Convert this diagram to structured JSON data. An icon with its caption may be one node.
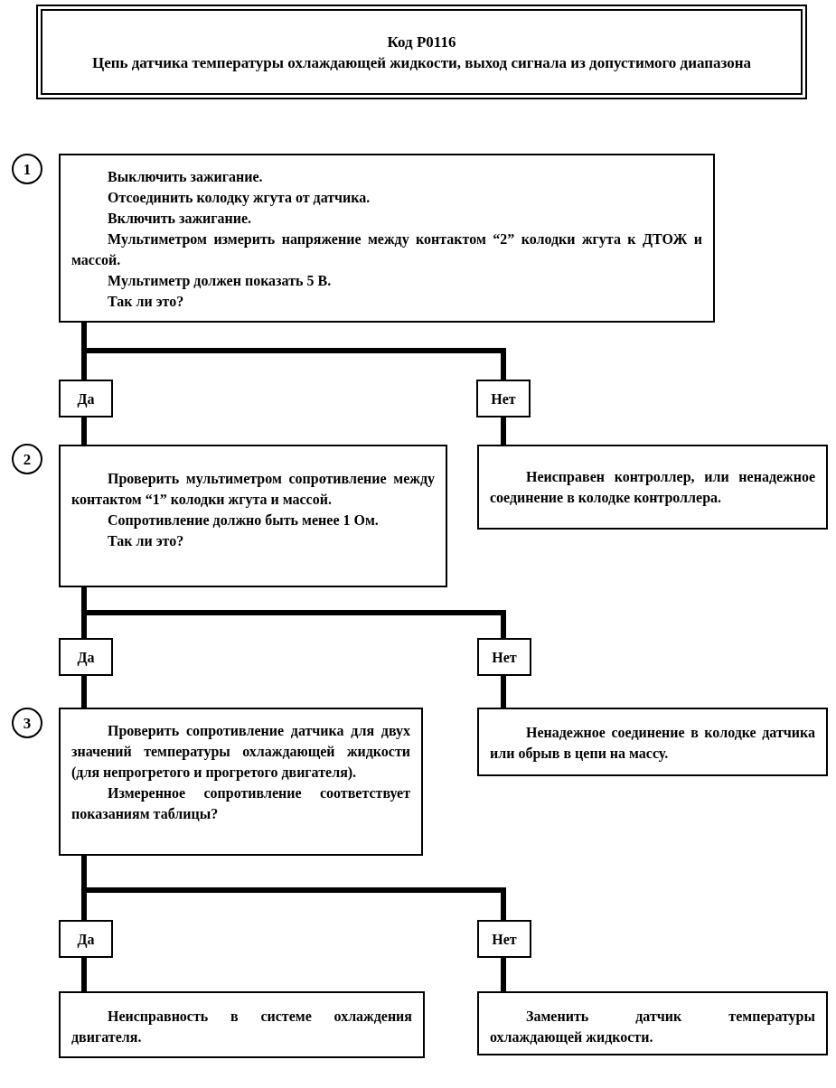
{
  "diagram": {
    "nodes": [
      {
        "text": [
          "Код P0116",
          "Цепь датчика температуры охлаждающей жидкости, выход сигнала из допустимого диапазона"
        ]
      },
      {
        "text": [
          "1"
        ]
      },
      {
        "text": [
          "Выключить зажигание.",
          "Отсоединить колодку жгута от датчика.",
          "Включить зажигание.",
          "Мультиметром измерить напряжение между контактом “2” колодки жгута к ДТОЖ и массой.",
          "Мультиметр должен показать 5 В.",
          "Так ли это?"
        ]
      },
      {
        "text": [
          "Да"
        ]
      },
      {
        "text": [
          "Нет"
        ]
      },
      {
        "text": [
          "2"
        ]
      },
      {
        "text": [
          "Проверить мультиметром сопротивление между контактом “1” колодки жгута и массой.",
          "Сопротивление должно быть менее  1 Ом.",
          "Так ли это?"
        ]
      },
      {
        "text": [
          "Неисправен контроллер, или ненадежное соединение в колодке контроллера."
        ]
      },
      {
        "text": [
          "Да"
        ]
      },
      {
        "text": [
          "Нет"
        ]
      },
      {
        "text": [
          "3"
        ]
      },
      {
        "text": [
          "Проверить сопротивление датчика для двух значений температуры охлаждающей жидкости (для непрогретого и прогретого двигателя).",
          "Измеренное сопротивление соответствует показаниям таблицы?"
        ]
      },
      {
        "text": [
          "Ненадежное соединение в колодке датчика или обрыв в цепи на массу."
        ]
      },
      {
        "text": [
          "Да"
        ]
      },
      {
        "text": [
          "Нет"
        ]
      },
      {
        "text": [
          "Неисправность в системе охлаждения двигателя."
        ]
      },
      {
        "text": [
          "Заменить датчик температуры охлаждающей жидкости."
        ]
      }
    ],
    "edges": [
      {
        "from": 2,
        "to": 3,
        "arrow": "none"
      },
      {
        "from": 2,
        "to": 4,
        "arrow": "none"
      },
      {
        "from": 3,
        "to": 6,
        "arrow": "none"
      },
      {
        "from": 4,
        "to": 7,
        "arrow": "none"
      },
      {
        "from": 6,
        "to": 8,
        "arrow": "none"
      },
      {
        "from": 6,
        "to": 9,
        "arrow": "none"
      },
      {
        "from": 8,
        "to": 11,
        "arrow": "none"
      },
      {
        "from": 9,
        "to": 12,
        "arrow": "none"
      },
      {
        "from": 11,
        "to": 13,
        "arrow": "none"
      },
      {
        "from": 11,
        "to": 14,
        "arrow": "none"
      },
      {
        "from": 13,
        "to": 15,
        "arrow": "none"
      },
      {
        "from": 14,
        "to": 16,
        "arrow": "none"
      }
    ]
  }
}
